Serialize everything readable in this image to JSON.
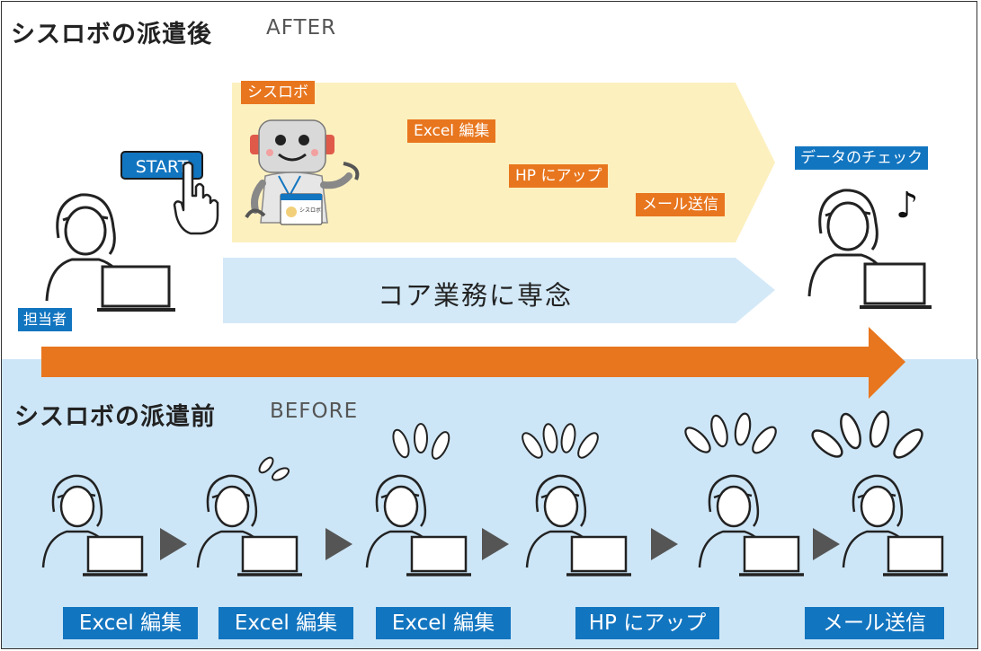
{
  "after": {
    "title": "シスロボの派遣後",
    "subtitle": "AFTER",
    "start_button": "START",
    "robot_label": "シスロボ",
    "robot_badge": "シスロボ",
    "tasks": [
      "Excel 編集",
      "HP にアップ",
      "メール送信"
    ],
    "core_work": "コア業務に専念",
    "data_check": "データのチェック",
    "person_label": "担当者",
    "music_note": "♪"
  },
  "before": {
    "title": "シスロボの派遣前",
    "subtitle": "BEFORE",
    "tasks": [
      "Excel 編集",
      "Excel 編集",
      "Excel 編集",
      "HP にアップ",
      "メール送信"
    ]
  },
  "colors": {
    "orange": "#e8761e",
    "blue": "#1275c0",
    "light_yellow": "#fcf0bf",
    "light_blue": "#d3e9f8",
    "before_bg": "#cde6f7"
  }
}
